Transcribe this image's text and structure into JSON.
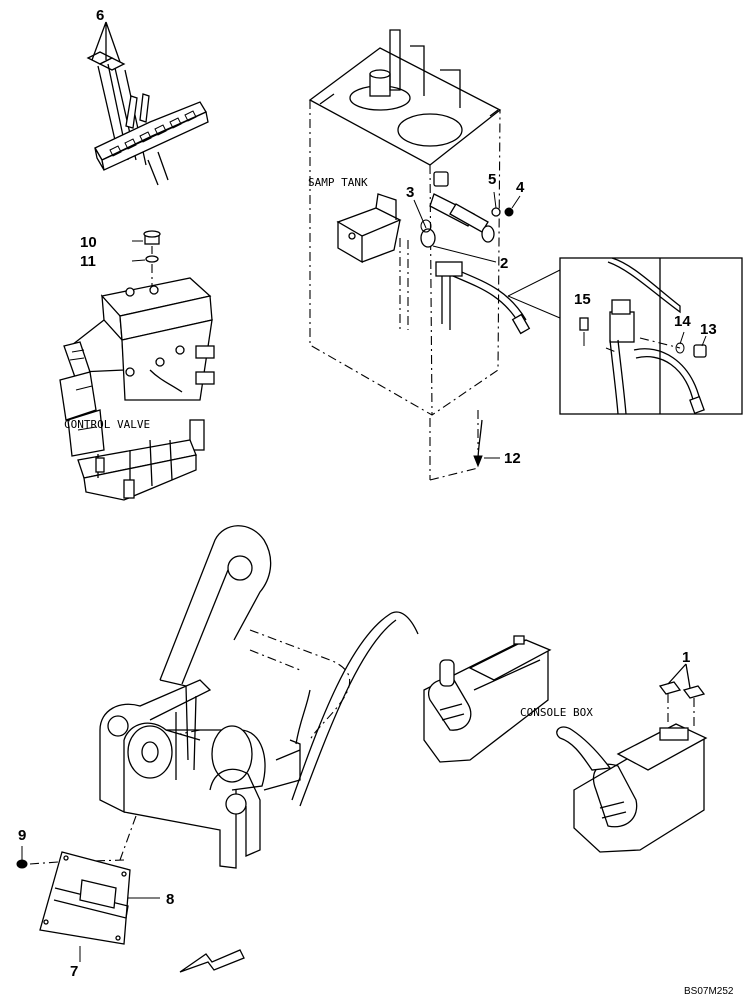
{
  "labels": {
    "samp_tank": "SAMP TANK",
    "control_valve": "CONTROL VALVE",
    "console_box": "CONSOLE BOX",
    "figure_code": "BS07M252"
  },
  "callouts": {
    "c1": "1",
    "c2": "2",
    "c3": "3",
    "c4": "4",
    "c5": "5",
    "c6": "6",
    "c7": "7",
    "c8": "8",
    "c9": "9",
    "c10": "10",
    "c11": "11",
    "c12": "12",
    "c13": "13",
    "c14": "14",
    "c15": "15"
  },
  "icons": {
    "direction_arrow": "front-arrow-icon"
  }
}
